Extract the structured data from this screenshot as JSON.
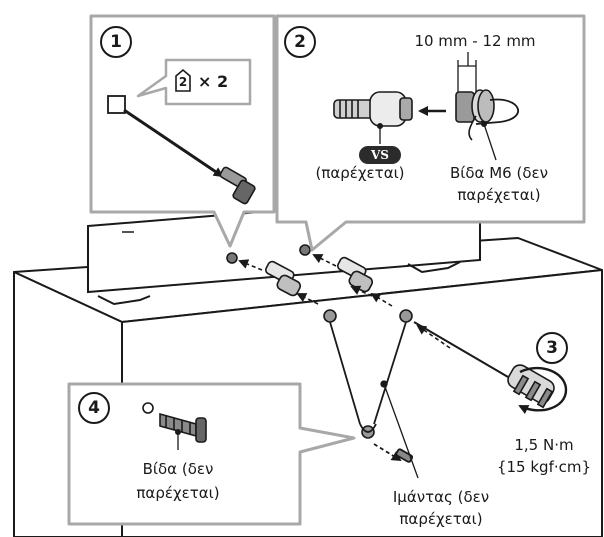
{
  "steps": {
    "s1": "1",
    "s2": "2",
    "s3": "3",
    "s4": "4"
  },
  "panel1": {
    "callout_number": "2",
    "callout_multiplier": "× 2"
  },
  "panel2": {
    "dimension": "10 mm - 12 mm",
    "badge": "VS",
    "supplied_label": "(παρέχεται)",
    "screw_label_line1": "Βίδα M6 (δεν",
    "screw_label_line2": "παρέχεται)"
  },
  "torque": {
    "line1": "1,5 N·m",
    "line2": "{15 kgf·cm}"
  },
  "panel4": {
    "screw_label_line1": "Βίδα (δεν",
    "screw_label_line2": "παρέχεται)"
  },
  "strap": {
    "line1": "Ιμάντας (δεν",
    "line2": "παρέχεται)"
  }
}
